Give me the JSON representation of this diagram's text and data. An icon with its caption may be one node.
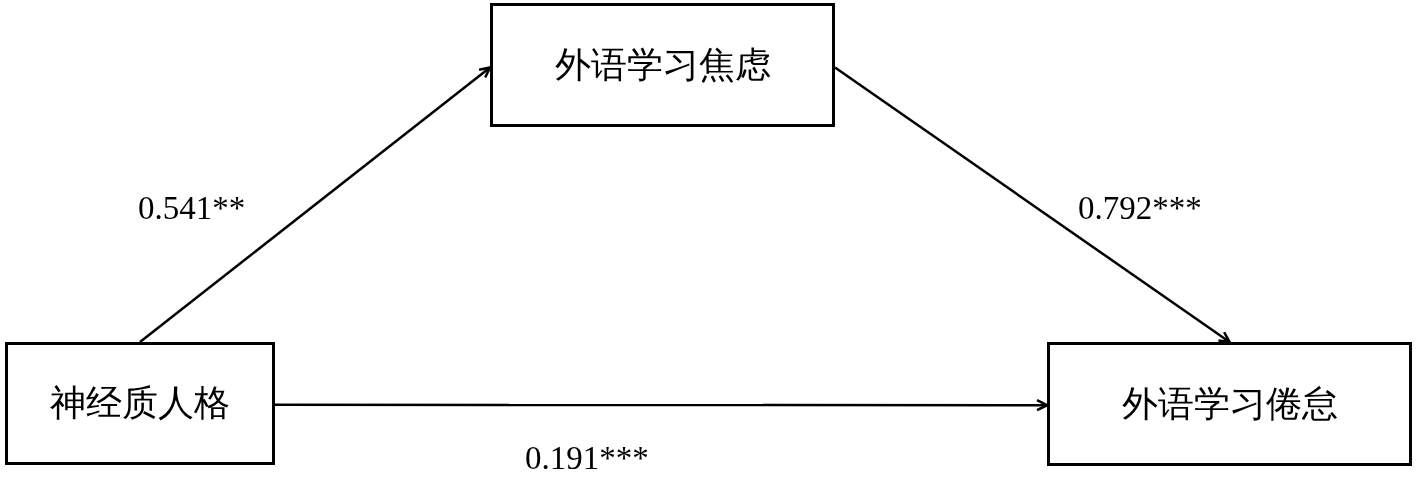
{
  "diagram": {
    "nodes": [
      {
        "text": [
          "神经质人格"
        ]
      },
      {
        "text": [
          "外语学习焦虑"
        ]
      },
      {
        "text": [
          "外语学习倦怠"
        ]
      }
    ],
    "edges": [
      {
        "from": 0,
        "to": 1,
        "arrow": "to",
        "label": "0.541**"
      },
      {
        "from": 1,
        "to": 2,
        "arrow": "to",
        "label": "0.792***"
      },
      {
        "from": 0,
        "to": 2,
        "arrow": "to",
        "label": "0.191***"
      }
    ]
  }
}
